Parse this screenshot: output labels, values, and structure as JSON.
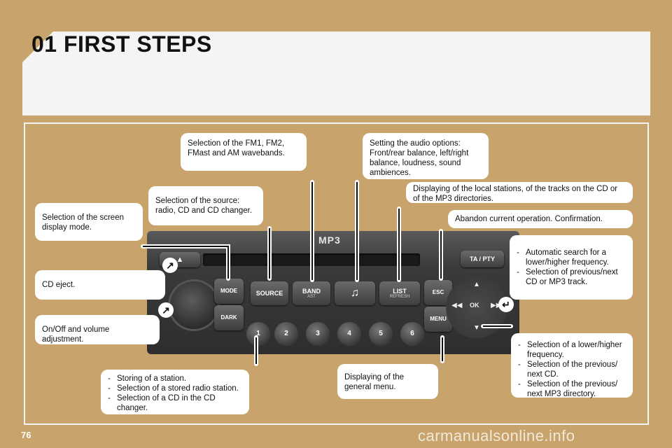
{
  "header": {
    "title": "01 FIRST STEPS"
  },
  "callouts": {
    "band": "Selection of the FM1, FM2, FMast and AM wavebands.",
    "audio": "Setting the audio options: Front/rear balance, left/right balance, loudness, sound ambiences.",
    "list": "Displaying of the local stations, of the tracks on the CD or of the MP3 directories.",
    "esc": "Abandon current operation. Confirmation.",
    "source": "Selection of the source: radio, CD and CD changer.",
    "mode": "Selection of the screen display mode.",
    "eject": "CD eject.",
    "onoff": "On/Off and volume adjustment.",
    "menu": "Displaying of the general menu.",
    "search": [
      "Automatic search for a lower/higher frequency.",
      "Selection of previous/next CD or MP3 track."
    ],
    "lowerhigher": [
      "Selection of a lower/higher frequency.",
      "Selection of the previous/ next CD.",
      "Selection of the previous/ next MP3 directory."
    ],
    "presets": [
      "Storing of a station.",
      "Selection of a stored radio station.",
      "Selection of a CD in the CD changer."
    ]
  },
  "radio": {
    "logo": "MP3",
    "buttons": {
      "mode": "MODE",
      "dark": "DARK",
      "source": "SOURCE",
      "band": "BAND",
      "band_sub": "AST",
      "list": "LIST",
      "list_sub": "REFRESH",
      "esc": "ESC",
      "menu": "MENU",
      "ta": "TA / PTY",
      "ok": "OK"
    },
    "presets": [
      "1",
      "2",
      "3",
      "4",
      "5",
      "6"
    ]
  },
  "footer": {
    "page_number": "76",
    "watermark": "carmanualsonline.info"
  }
}
